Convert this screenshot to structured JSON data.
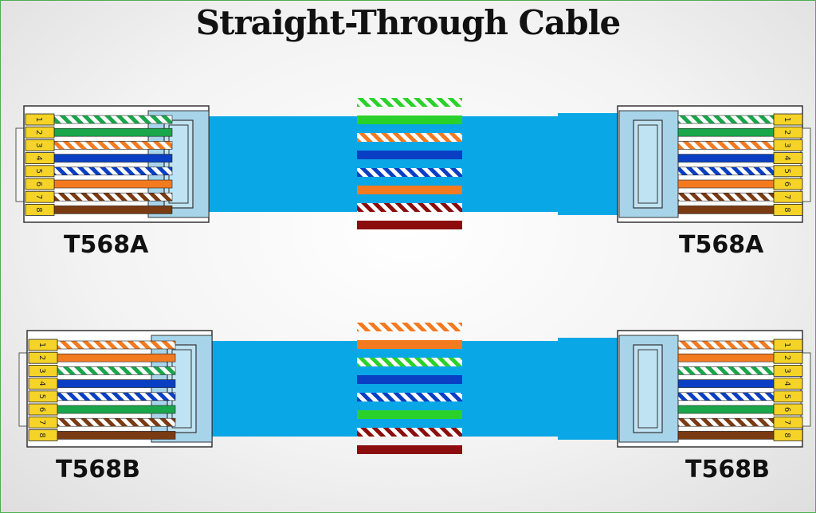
{
  "title": "Straight-Through Cable",
  "colors": {
    "green": "#1aa64a",
    "bright_green": "#2bd12b",
    "orange": "#f47a20",
    "blue": "#0a3fc4",
    "brown": "#7a3a12",
    "maroon": "#8b0d0d",
    "cable": "#0aa7e6",
    "pin": "#f5d327",
    "plug_body": "#a8d4ea"
  },
  "cables": [
    {
      "left_label": "T568A",
      "right_label": "T568A",
      "wires": [
        {
          "color": "green",
          "striped": true
        },
        {
          "color": "green",
          "striped": false
        },
        {
          "color": "orange",
          "striped": true
        },
        {
          "color": "blue",
          "striped": false
        },
        {
          "color": "blue",
          "striped": true
        },
        {
          "color": "orange",
          "striped": false
        },
        {
          "color": "brown",
          "striped": true
        },
        {
          "color": "brown",
          "striped": false
        }
      ]
    },
    {
      "left_label": "T568B",
      "right_label": "T568B",
      "wires": [
        {
          "color": "orange",
          "striped": true
        },
        {
          "color": "orange",
          "striped": false
        },
        {
          "color": "green",
          "striped": true
        },
        {
          "color": "blue",
          "striped": false
        },
        {
          "color": "blue",
          "striped": true
        },
        {
          "color": "green",
          "striped": false
        },
        {
          "color": "brown",
          "striped": true
        },
        {
          "color": "brown",
          "striped": false
        }
      ]
    }
  ],
  "pins": [
    "1",
    "2",
    "3",
    "4",
    "5",
    "6",
    "7",
    "8"
  ]
}
